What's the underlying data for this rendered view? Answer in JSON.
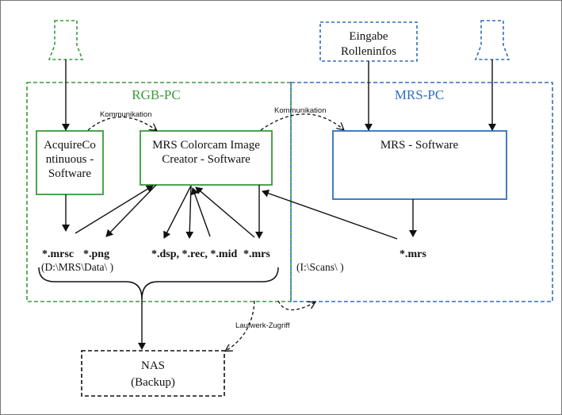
{
  "colors": {
    "rgb_green": "#3a9b3a",
    "mrs_blue": "#2f6fbd",
    "ink": "#111111"
  },
  "zones": {
    "rgb_pc": "RGB-PC",
    "mrs_pc": "MRS-PC"
  },
  "boxes": {
    "acquire": [
      "AcquireCo",
      "ntinuous -",
      "Software"
    ],
    "creator": [
      "MRS Colorcam Image",
      "Creator - Software"
    ],
    "mrs_software": "MRS - Software",
    "eingabe": [
      "Eingabe",
      "Rolleninfos"
    ],
    "nas": [
      "NAS",
      "(Backup)"
    ]
  },
  "files": {
    "mrsc": "*.mrsc",
    "png": "*.png",
    "dsp_rec_mid": "*.dsp, *.rec, *.mid",
    "mrs_left": "*.mrs",
    "mrs_right": "*.mrs",
    "path_left": "(D:\\MRS\\Data\\ )",
    "path_right": "(I:\\Scans\\ )"
  },
  "annotations": {
    "kommunikation_left": "Kommunikation",
    "kommunikation_right": "Kommunikation",
    "laufwerk": "Laufwerk-Zugriff"
  },
  "icons": [
    "camera-icon-left",
    "camera-icon-right"
  ]
}
